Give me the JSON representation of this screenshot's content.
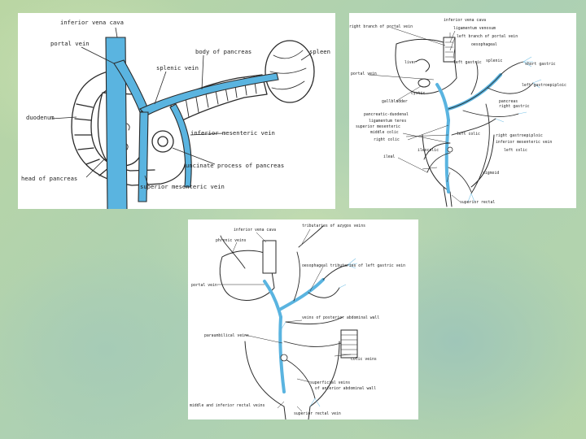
{
  "colors": {
    "vein_blue": "#5ab4e0",
    "outline": "#2a2a2a",
    "panel_bg": "#ffffff",
    "background_green": "#b9d3a8"
  },
  "diagram1": {
    "labels": {
      "inferior_vena_cava": "inferior vena cava",
      "portal_vein": "portal vein",
      "body_of_pancreas": "body of pancreas",
      "splenic_vein": "splenic vein",
      "spleen": "spleen",
      "duodenum": "duodenum",
      "inferior_mesenteric_vein": "inferior mesenteric vein",
      "uncinate_process": "uncinate process of pancreas",
      "head_of_pancreas": "head of pancreas",
      "superior_mesenteric_vein": "superior mesenteric vein"
    }
  },
  "diagram2": {
    "labels": {
      "inferior_vena_cava": "inferior vena cava",
      "right_branch_portal": "right branch of portal vein",
      "ligamentum_venosum": "ligamentum venosum",
      "left_branch_portal": "left branch of portal vein",
      "oesophageal": "oesophageal",
      "liver": "liver",
      "left_gastric": "left gastric",
      "splenic": "splenic",
      "short_gastric": "short gastric",
      "portal_vein": "portal vein",
      "left_gastroepiploic": "left gastroepiploic",
      "cystic": "cystic",
      "gallbladder": "gallbladder",
      "pancreatic_duodenal": "pancreatic-duodenal",
      "pancreatic": "pancreas",
      "right_gastric": "right gastric",
      "ligamentum_teres": "ligamentum teres",
      "superior_mesenteric": "superior mesenteric",
      "middle_colic": "middle colic",
      "right_colic": "right colic",
      "ileocolic": "ileocolic",
      "right_gastroepiploic": "right gastroepiploic",
      "inferior_mesenteric": "inferior mesenteric vein",
      "left_colic": "left colic",
      "sigmoid": "sigmoid",
      "ileal": "ileal",
      "superior_rectal": "superior rectal"
    }
  },
  "diagram3": {
    "labels": {
      "inferior_vena_cava": "inferior vena cava",
      "tributaries_azygos": "tributaries of azygos veins",
      "phrenic_veins": "phrenic veins",
      "oesophageal_tributaries": "oesophageal tributaries of left gastric vein",
      "portal_vein": "portal vein",
      "veins_posterior_wall": "veins of posterior abdominal wall",
      "paraumbilical_veins": "paraumbilical veins",
      "colic_veins": "colic veins",
      "superficial_veins": "superficial veins",
      "anterior_abdominal_wall": "of anterior abdominal wall",
      "middle_inferior_rectal": "middle and inferior rectal veins",
      "superior_rectal": "superior rectal vein"
    }
  }
}
